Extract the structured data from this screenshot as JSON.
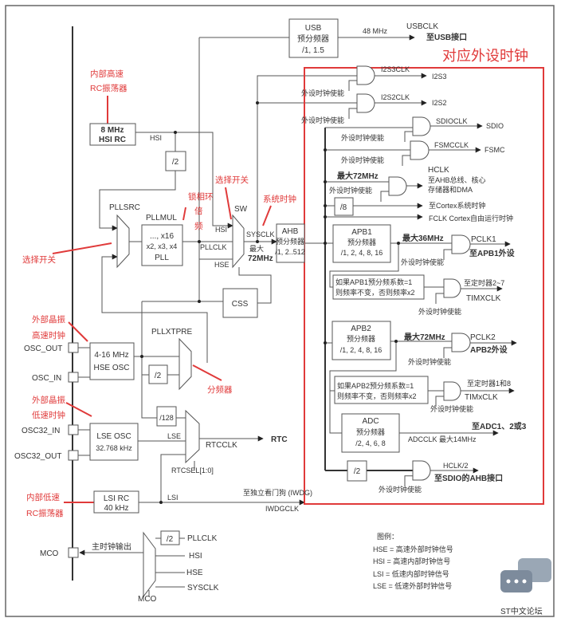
{
  "title_annotation": "对应外设时钟",
  "annotations": {
    "hsi_rc": [
      "内部高速",
      "RC振荡器"
    ],
    "pll_mult": [
      "锁相环",
      "倍",
      "频"
    ],
    "sw_select": "选择开关",
    "pllsrc_select": "选择开关",
    "sysclk": "系统时钟",
    "hse": [
      "外部晶振",
      "高速时钟"
    ],
    "lse": [
      "外部晶振",
      "低速时钟"
    ],
    "lsi": [
      "内部低速",
      "RC振荡器"
    ],
    "divider": "分频器"
  },
  "blocks": {
    "usb": [
      "USB",
      "预分频器",
      "/1, 1.5"
    ],
    "hsi_rc": [
      "8 MHz",
      "HSI RC"
    ],
    "pll": [
      "..., x16",
      "x2, x3, x4",
      "PLL"
    ],
    "ahb": [
      "AHB",
      "预分频器",
      "/1, 2..512"
    ],
    "css": "CSS",
    "hse_osc": [
      "4-16 MHz",
      "HSE OSC"
    ],
    "lse_osc": [
      "LSE OSC",
      "32.768 kHz"
    ],
    "lsi_rc": [
      "LSI RC",
      "40 kHz"
    ],
    "apb1": [
      "APB1",
      "预分频器",
      "/1, 2, 4, 8, 16"
    ],
    "apb2": [
      "APB2",
      "预分频器",
      "/1, 2, 4, 8, 16"
    ],
    "tim1_cond": [
      "如果APB1预分频系数=1",
      "则频率不变，否则频率x2"
    ],
    "tim2_cond": [
      "如果APB2预分频系数=1",
      "则频率不变，否则频率x2"
    ],
    "adc": [
      "ADC",
      "预分频器",
      "/2, 4, 6, 8"
    ],
    "div2": "/2",
    "div8": "/8",
    "div128": "/128"
  },
  "labels": {
    "usb_freq": "48 MHz",
    "usbclk": "USBCLK",
    "usb_dest": "至USB接口",
    "hsi": "HSI",
    "pllsrc": "PLLSRC",
    "pllmul": "PLLMUL",
    "pllclk": "PLLCLK",
    "sw": "SW",
    "sw_hsi": "HSI",
    "sw_hse": "HSE",
    "sysclk": "SYSCLK",
    "max": "最大",
    "max72": "72MHz",
    "pllxtpre": "PLLXTPRE",
    "lse": "LSE",
    "rtcclk": "RTCCLK",
    "rtc": "RTC",
    "rtcsel": "RTCSEL[1:0]",
    "lsi": "LSI",
    "iwdg": "至独立看门狗 (IWDG)",
    "iwdgclk": "IWDGCLK",
    "mco_out": "主时钟输出",
    "mco_pllclk": "PLLCLK",
    "mco_hsi": "HSI",
    "mco_hse": "HSE",
    "mco_sysclk": "SYSCLK",
    "mco_sel": "MCO"
  },
  "pins": [
    "OSC_OUT",
    "OSC_IN",
    "OSC32_IN",
    "OSC32_OUT",
    "MCO"
  ],
  "peripherals": {
    "enable": "外设时钟使能",
    "i2s3clk": "I2S3CLK",
    "i2s3": "I2S3",
    "i2s2clk": "I2S2CLK",
    "i2s2": "I2S2",
    "sdioclk": "SDIOCLK",
    "sdio": "SDIO",
    "fsmcclk": "FSMCCLK",
    "fsmc": "FSMC",
    "hclk_max": "最大72MHz",
    "hclk": [
      "HCLK",
      "至AHB总线、核心",
      "存储器和DMA"
    ],
    "cortex_sys": "至Cortex系统时钟",
    "fclk": "FCLK Cortex自由运行时钟",
    "apb1_max": "最大36MHz",
    "pclk1": "PCLK1",
    "pclk1_dest": "至APB1外设",
    "tim27": "至定时器2~7",
    "timxclk1": "TIMXCLK",
    "apb2_max": "最大72MHz",
    "pclk2": "PCLK2",
    "pclk2_dest": "APB2外设",
    "tim18": "至定时器1和8",
    "timxclk2": "TIMxCLK",
    "adc_dest": "至ADC1、2或3",
    "adcclk": "ADCCLK  最大14MHz",
    "hclk2": "HCLK/2",
    "hclk2_dest": "至SDIO的AHB接口"
  },
  "legend": {
    "title": "图例：",
    "items": [
      "HSE = 高速外部时钟信号",
      "HSI = 高速内部时钟信号",
      "LSI = 低速内部时钟信号",
      "LSE = 低速外部时钟信号"
    ]
  },
  "watermark": "ST中文论坛"
}
